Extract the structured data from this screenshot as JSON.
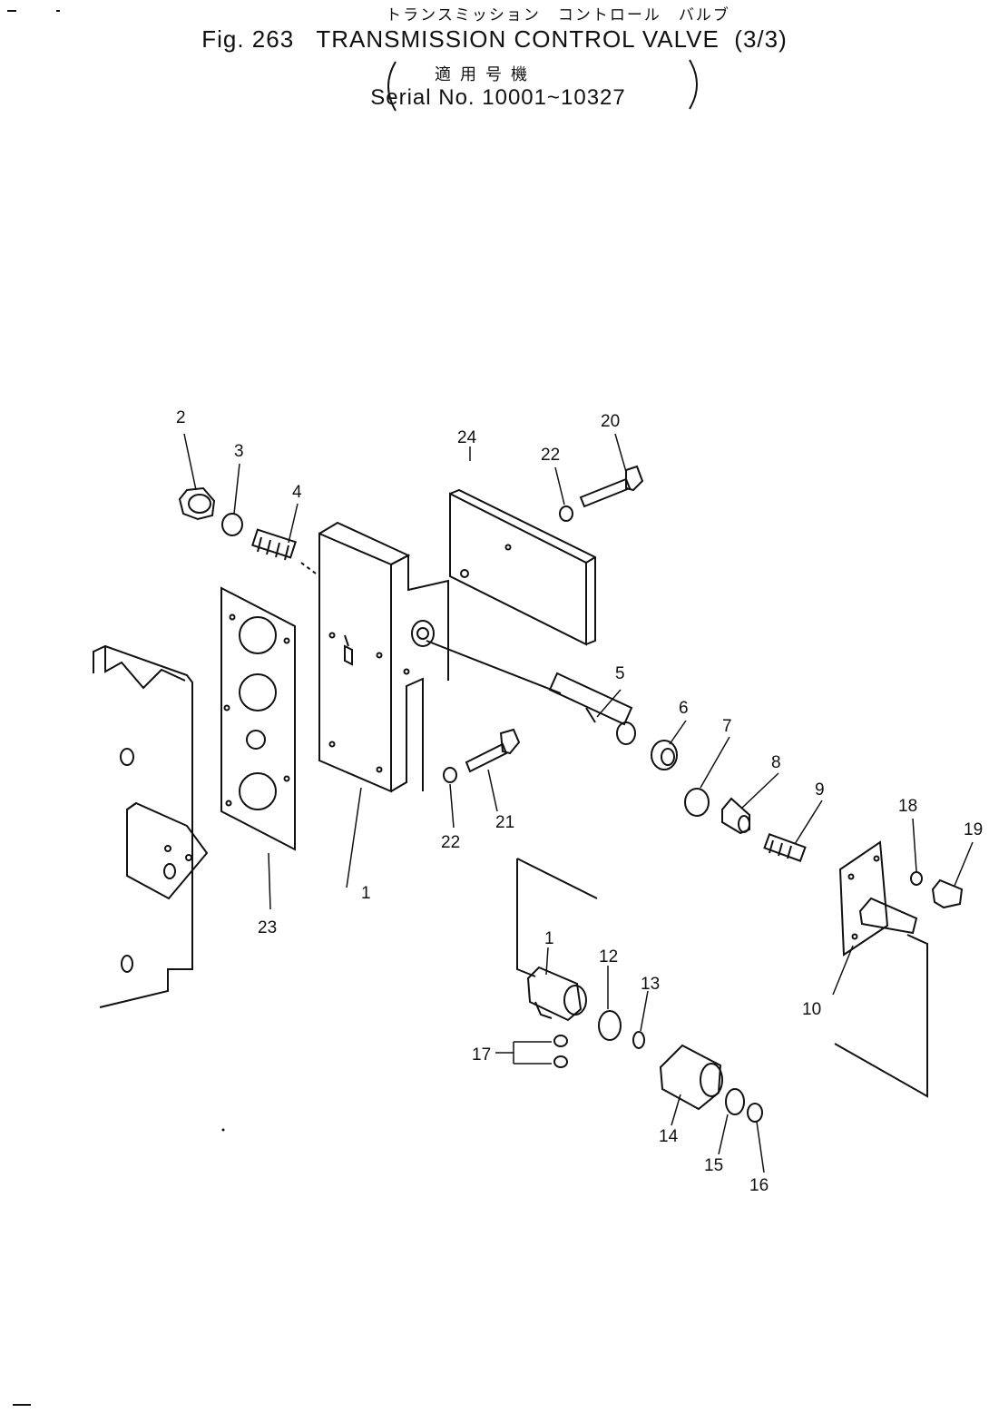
{
  "header": {
    "katakana_title": "トランスミッション　コントロール　バルブ",
    "figure_title": "Fig. 263   TRANSMISSION CONTROL VALVE  (3/3)",
    "applicability_jp": "適用号機",
    "serial_range": "Serial No. 10001~10327"
  },
  "callouts": [
    "1",
    "2",
    "3",
    "4",
    "5",
    "6",
    "7",
    "8",
    "9",
    "10",
    "1",
    "12",
    "13",
    "14",
    "15",
    "16",
    "17",
    "18",
    "19",
    "20",
    "21",
    "22",
    "22",
    "23",
    "24"
  ],
  "colors": {
    "ink": "#111111",
    "paper": "#ffffff"
  }
}
